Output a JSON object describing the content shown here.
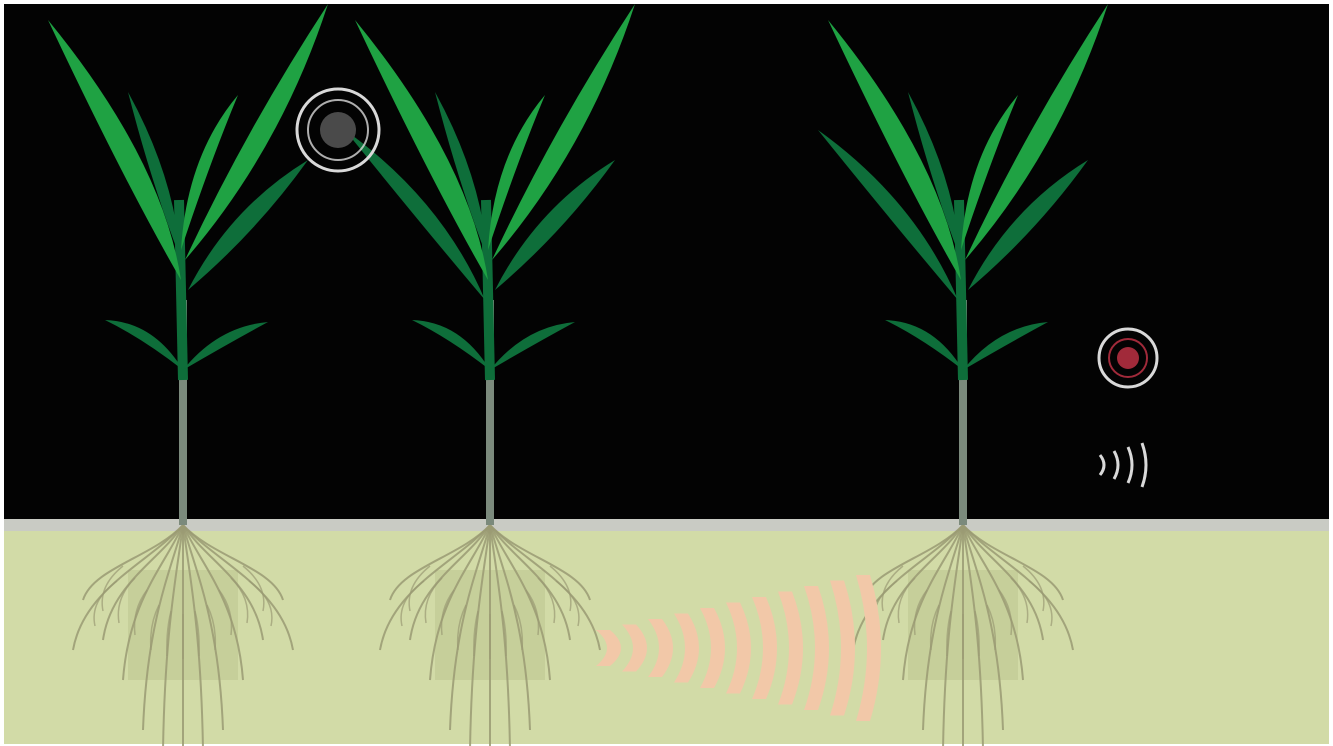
{
  "scene": {
    "colors": {
      "sky": "#030303",
      "soil": "#d2dba7",
      "soil_edge": "#c9cbc4",
      "leaf_light": "#1fa243",
      "leaf_dark": "#0e6e3a",
      "stem": "#7b8a7c",
      "root": "#9a9a73",
      "root_shadow": "#bcc48f",
      "signal_ring": "#d9d9d9",
      "signal_core_dark": "#4a4a4a",
      "signal_core_red": "#a12a3a",
      "vibration": "#f2c8a8"
    },
    "plants": [
      {
        "name": "plant-left"
      },
      {
        "name": "plant-middle"
      },
      {
        "name": "plant-right"
      }
    ],
    "airborne_signal_icon": "concentric-circles-icon",
    "soil_vibration_icon": "sound-wave-icon"
  },
  "legend": {
    "items": [
      {
        "icon": "volatile-signal-icon",
        "label": ""
      },
      {
        "icon": "sound-signal-icon",
        "label": ""
      }
    ]
  }
}
